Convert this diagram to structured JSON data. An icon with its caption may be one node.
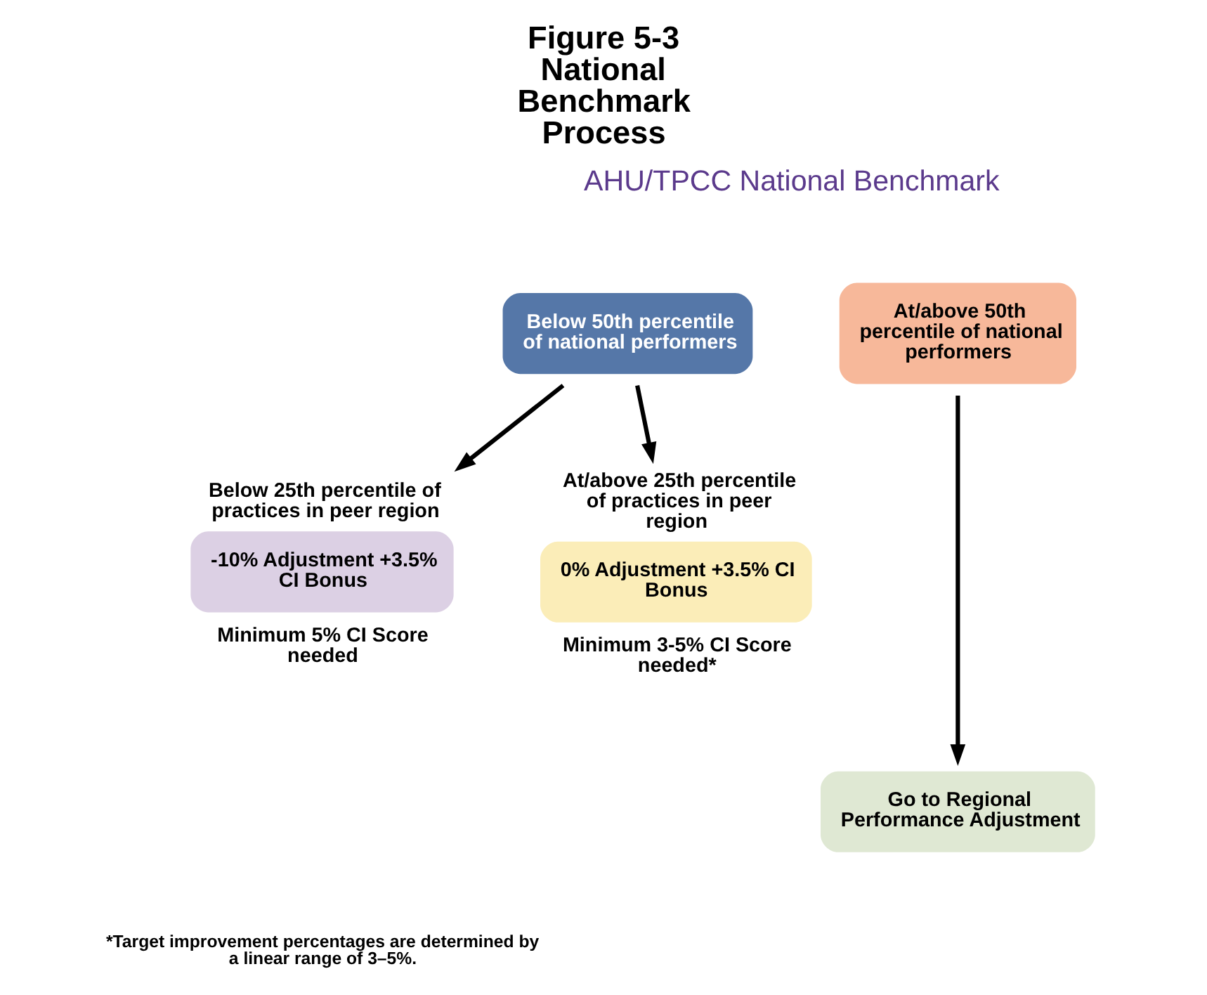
{
  "diagram": {
    "title": "Figure 5-3 National Benchmark Process",
    "nodes": [
      {
        "text": [
          "Below 50th percentile of national performers"
        ]
      },
      {
        "text": [
          "At/above 50th percentile of national performers"
        ]
      },
      {
        "text": [
          "Below 25th percentile of practices in peer region",
          "-10% Adjustment +3.5% CI Bonus"
        ],
        "beside": [
          "Minimum 5% CI Score needed"
        ]
      },
      {
        "text": [
          "At/above 25th percentile of practices in peer region",
          "0% Adjustment +3.5% CI Bonus"
        ],
        "beside": [
          "Minimum 3-5% CI Score needed*"
        ]
      },
      {
        "text": [
          "Go to Regional Performance Adjustment"
        ]
      }
    ],
    "edges": [
      {
        "from": 0,
        "to": 2,
        "arrow": "to"
      },
      {
        "from": 0,
        "to": 3,
        "arrow": "to"
      },
      {
        "from": 1,
        "to": 4,
        "arrow": "to"
      }
    ],
    "labels": [
      "AHU/TPCC National Benchmark",
      "*Target improvement percentages are determined by a linear range of 3–5%."
    ]
  }
}
